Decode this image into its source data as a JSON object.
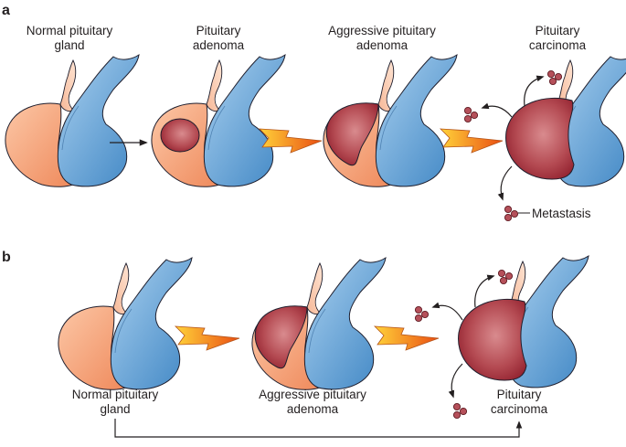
{
  "panel_a": {
    "letter": "a",
    "stages": [
      {
        "line1": "Normal pituitary",
        "line2": "gland"
      },
      {
        "line1": "Pituitary",
        "line2": "adenoma"
      },
      {
        "line1": "Aggressive pituitary",
        "line2": "adenoma"
      },
      {
        "line1": "Pituitary",
        "line2": "carcinoma"
      }
    ],
    "metastasis_label": "Metastasis"
  },
  "panel_b": {
    "letter": "b",
    "stages": [
      {
        "line1": "Normal pituitary",
        "line2": "gland"
      },
      {
        "line1": "Aggressive pituitary",
        "line2": "adenoma"
      },
      {
        "line1": "Pituitary",
        "line2": "carcinoma"
      }
    ]
  },
  "colors": {
    "anterior_lobe": "#f6a27a",
    "posterior_lobe": "#5e9fd4",
    "tumor": "#a6343e",
    "bolt": "#f39a1e",
    "outline": "#1f1f2e"
  },
  "icons": [
    "lightning-bolt-icon",
    "cell-cluster-icon",
    "arrow-icon"
  ]
}
